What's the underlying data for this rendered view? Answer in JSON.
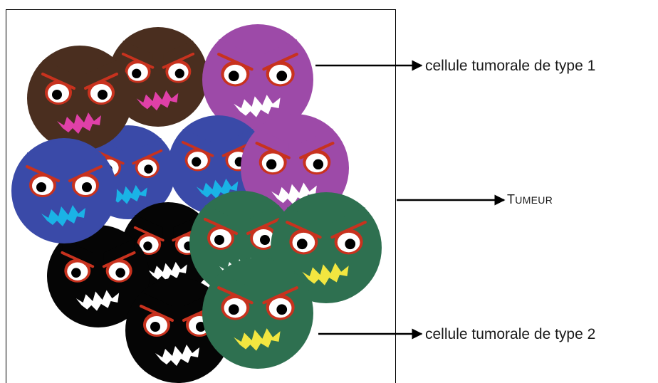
{
  "labels": {
    "cell_type_1": "cellule tumorale de type 1",
    "tumor_initial": "T",
    "tumor_rest": "UMEUR",
    "cell_type_2": "cellule tumorale de type 2"
  },
  "colors": {
    "brown": "#4a2e1f",
    "purple": "#9d4aa8",
    "blue": "#3a4aa8",
    "black": "#050505",
    "green": "#2e7050",
    "pink_mouth": "#e040a8",
    "cyan_mouth": "#1ab3e6",
    "white_mouth": "#ffffff",
    "yellow_mouth": "#f2e640",
    "eye_rim": "#c8321e",
    "frame": "#000000",
    "arrow": "#000000"
  },
  "cells": [
    {
      "id": "brown-back",
      "color": "brown",
      "mouth": "pink_mouth"
    },
    {
      "id": "purple-top",
      "color": "purple",
      "mouth": "white_mouth"
    },
    {
      "id": "blue-middle",
      "color": "blue",
      "mouth": "cyan_mouth"
    },
    {
      "id": "blue-center",
      "color": "blue",
      "mouth": "cyan_mouth"
    },
    {
      "id": "black-middle",
      "color": "black",
      "mouth": "white_mouth"
    },
    {
      "id": "black-bottom-left",
      "color": "black",
      "mouth": "white_mouth"
    },
    {
      "id": "black-bottom",
      "color": "black",
      "mouth": "white_mouth"
    },
    {
      "id": "purple-right",
      "color": "purple",
      "mouth": "white_mouth"
    },
    {
      "id": "green-middle",
      "color": "green",
      "mouth": "white_mouth"
    },
    {
      "id": "green-right",
      "color": "green",
      "mouth": "yellow_mouth"
    },
    {
      "id": "brown-front",
      "color": "brown",
      "mouth": "pink_mouth"
    },
    {
      "id": "blue-left",
      "color": "blue",
      "mouth": "cyan_mouth"
    },
    {
      "id": "green-bottom",
      "color": "green",
      "mouth": "yellow_mouth"
    }
  ]
}
